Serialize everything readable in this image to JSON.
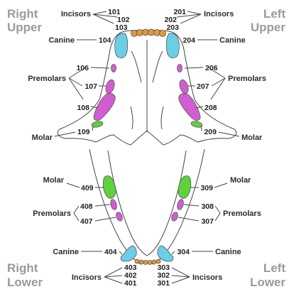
{
  "quadrants": {
    "right_upper": [
      "Right",
      "Upper"
    ],
    "left_upper": [
      "Left",
      "Upper"
    ],
    "right_lower": [
      "Right",
      "Lower"
    ],
    "left_lower": [
      "Left",
      "Lower"
    ]
  },
  "labels": {
    "incisors": "Incisors",
    "canine": "Canine",
    "premolars": "Premolars",
    "molar": "Molar"
  },
  "teeth": {
    "t101": "101",
    "t102": "102",
    "t103": "103",
    "t104": "104",
    "t106": "106",
    "t107": "107",
    "t108": "108",
    "t109": "109",
    "t201": "201",
    "t202": "202",
    "t203": "203",
    "t204": "204",
    "t206": "206",
    "t207": "207",
    "t208": "208",
    "t209": "209",
    "t301": "301",
    "t302": "302",
    "t303": "303",
    "t304": "304",
    "t307": "307",
    "t308": "308",
    "t309": "309",
    "t401": "401",
    "t402": "402",
    "t403": "403",
    "t404": "404",
    "t407": "407",
    "t408": "408",
    "t409": "409"
  },
  "colors": {
    "incisor": "#e09a3c",
    "canine": "#6ccde6",
    "premolar": "#d15ed1",
    "molar": "#5fd13c",
    "quadrant_text": "#9a9a9a"
  }
}
